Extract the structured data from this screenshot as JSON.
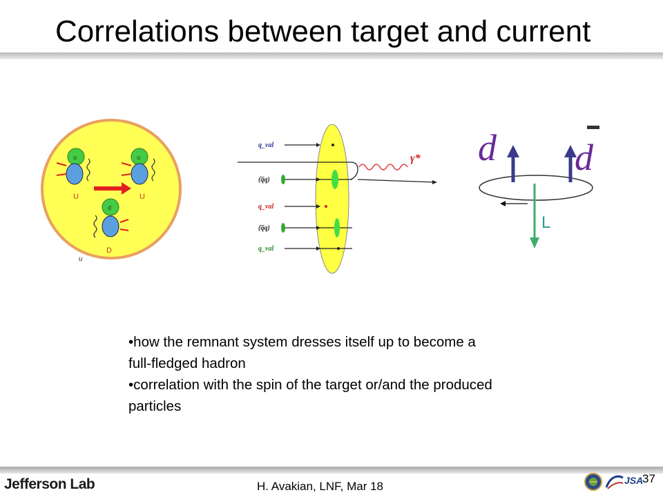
{
  "slide": {
    "title": "Correlations between target and current",
    "bullets": [
      "•how the remnant system dresses itself up to become a full-fledged hadron",
      "•correlation with the spin of the target or/and the produced particles"
    ],
    "footer": "H. Avakian,  LNF,  Mar 18",
    "page_number": "37"
  },
  "logos": {
    "jlab": "Jefferson Lab",
    "jsa": "JSA"
  },
  "nucleon_figure": {
    "quark_labels": [
      "u",
      "u",
      "d"
    ],
    "cluster_labels": [
      "U",
      "U",
      "D"
    ],
    "stray_label": "u"
  },
  "scattering_figure": {
    "rows": [
      "q_val",
      "(q̅q)",
      "q_val",
      "(q̅q)",
      "q_val"
    ],
    "photon": "γ*"
  },
  "spin_figure": {
    "quark": "d",
    "antiquark": "d",
    "orbital": "L"
  },
  "colors": {
    "nucleon_fill": "#ffff55",
    "nucleon_border": "#e8a060",
    "quark_green": "#44cc44",
    "arrow_red": "#e02020",
    "spin_arrow": "#3a3a8c",
    "orbital_green": "#3fae6a",
    "letter_purple": "#6a2a9a"
  },
  "icons": [
    "jefferson-lab-logo",
    "doe-seal-icon",
    "jsa-logo"
  ]
}
